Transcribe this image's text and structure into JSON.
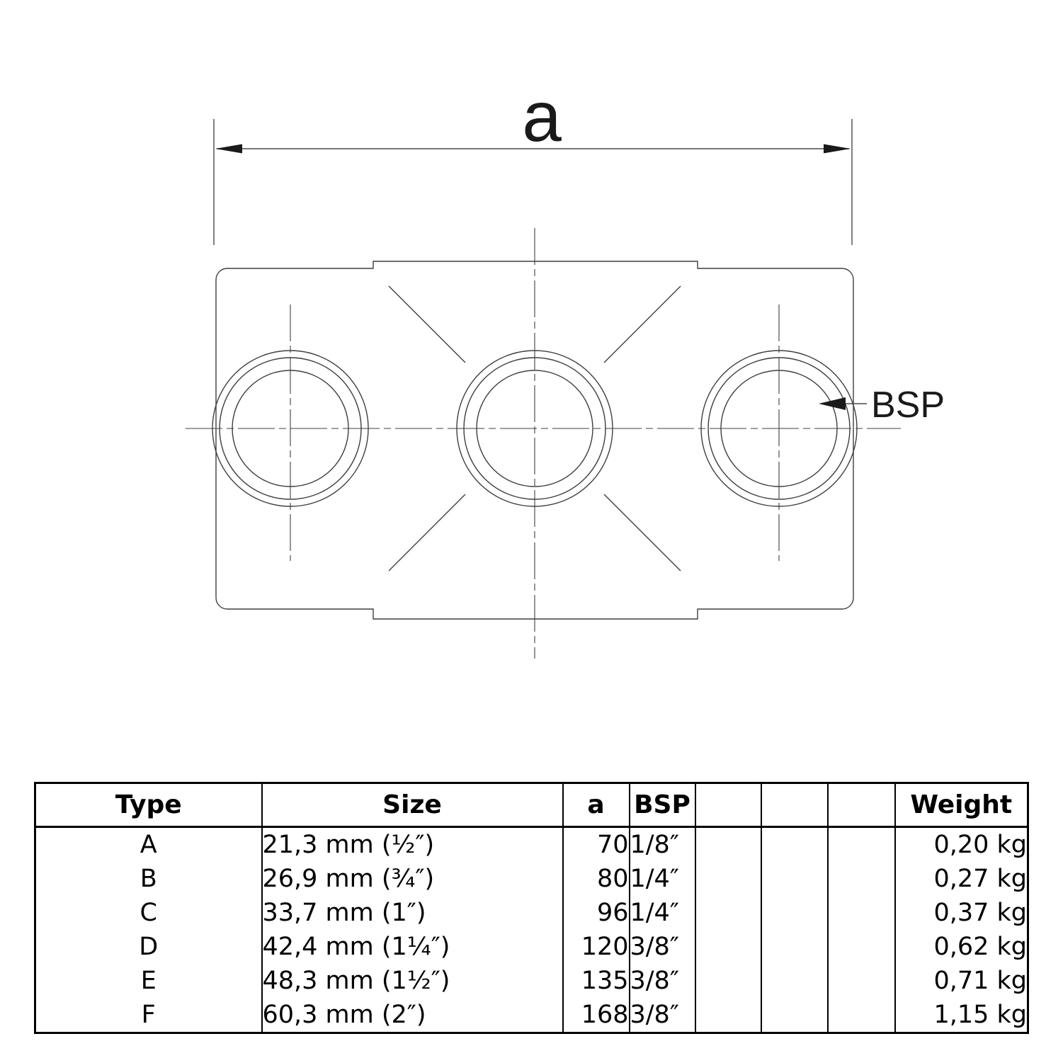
{
  "drawing": {
    "dimension_label": "a",
    "bsp_label": "BSP"
  },
  "table": {
    "headers": {
      "type": "Type",
      "size": "Size",
      "a": "a",
      "bsp": "BSP",
      "empty1": "",
      "empty2": "",
      "empty3": "",
      "weight": "Weight"
    },
    "rows": [
      {
        "type": "A",
        "size": "21,3 mm (½″)",
        "a": "70",
        "bsp": "1/8″",
        "weight": "0,20 kg"
      },
      {
        "type": "B",
        "size": "26,9 mm (¾″)",
        "a": "80",
        "bsp": "1/4″",
        "weight": "0,27 kg"
      },
      {
        "type": "C",
        "size": "33,7 mm (1″)",
        "a": "96",
        "bsp": "1/4″",
        "weight": "0,37 kg"
      },
      {
        "type": "D",
        "size": "42,4 mm (1¼″)",
        "a": "120",
        "bsp": "3/8″",
        "weight": "0,62 kg"
      },
      {
        "type": "E",
        "size": "48,3 mm (1½″)",
        "a": "135",
        "bsp": "3/8″",
        "weight": "0,71 kg"
      },
      {
        "type": "F",
        "size": "60,3 mm (2″)",
        "a": "168",
        "bsp": "3/8″",
        "weight": "1,15 kg"
      }
    ]
  }
}
